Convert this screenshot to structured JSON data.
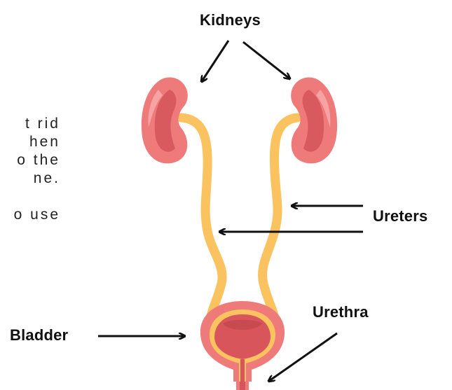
{
  "labels": {
    "kidneys": "Kidneys",
    "ureters": "Ureters",
    "urethra": "Urethra",
    "bladder": "Bladder"
  },
  "body_text": {
    "lines": [
      "t rid",
      "hen",
      "o the",
      "ne.",
      "",
      "o use"
    ]
  },
  "colors": {
    "kidney_outer": "#EE7A7A",
    "kidney_inner": "#D85A5E",
    "kidney_highlight": "#F7A3A3",
    "ureter": "#FBC260",
    "bladder_outer": "#EE7A7A",
    "bladder_inner": "#D9555C",
    "bladder_rim": "#FBC260",
    "arrow": "#111111",
    "text": "#111111"
  }
}
